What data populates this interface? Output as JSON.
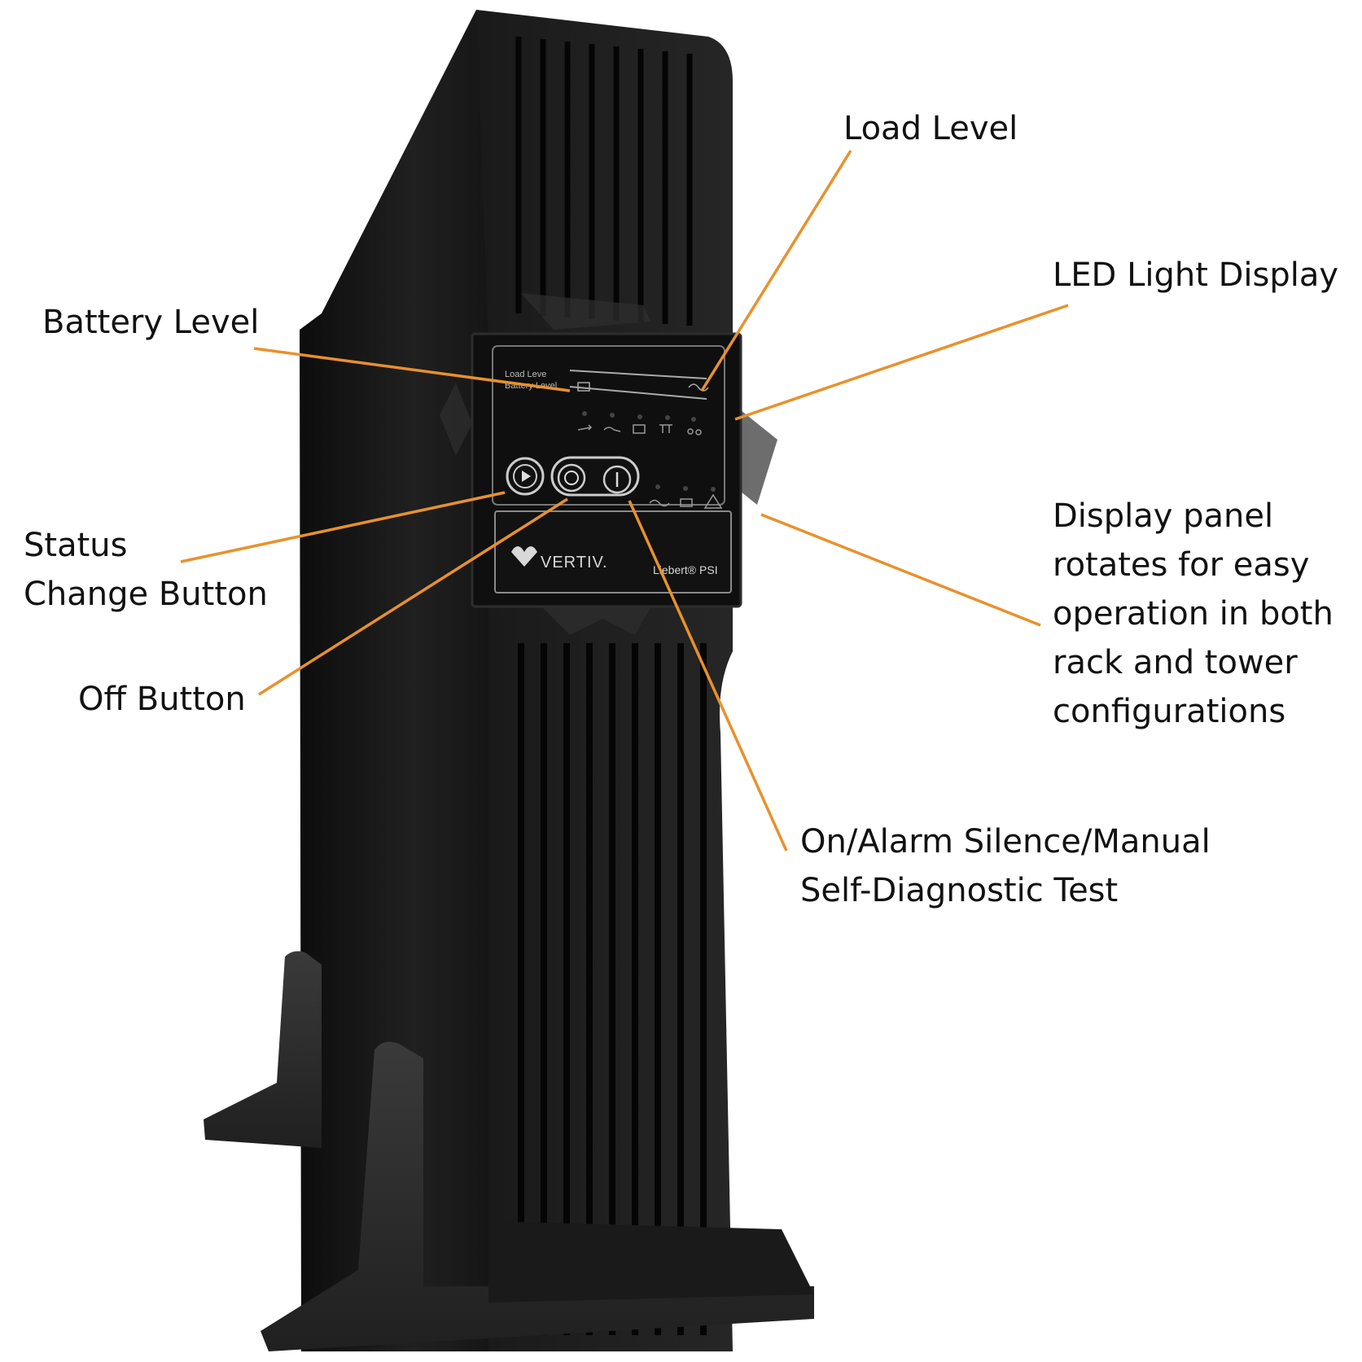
{
  "colors": {
    "leader": "#E8912D",
    "body": "#1c1c1c",
    "body_dark": "#0e0e0e",
    "panel": "#151515",
    "panel_line": "#8a8a8a",
    "label_text": "#111111"
  },
  "callouts": {
    "load_level": "Load Level",
    "led_light_display": "LED Light Display",
    "battery_level": "Battery Level",
    "status_change_button": [
      "Status",
      "Change Button"
    ],
    "off_button": "Off Button",
    "display_panel": [
      "Display panel",
      "rotates for easy",
      "operation in both",
      "rack and tower",
      "configurations"
    ],
    "on_alarm": [
      "On/Alarm Silence/Manual",
      "Self-Diagnostic Test"
    ]
  },
  "panel": {
    "load_label": "Load Leve",
    "battery_label": "Battery Level",
    "brand": "VERTIV.",
    "model": "Liebert® PSI"
  },
  "icons": {
    "status_button": "play-icon",
    "off_button": "circle-off-icon",
    "on_button": "power-on-icon",
    "logo": "vertiv-logo-icon"
  }
}
